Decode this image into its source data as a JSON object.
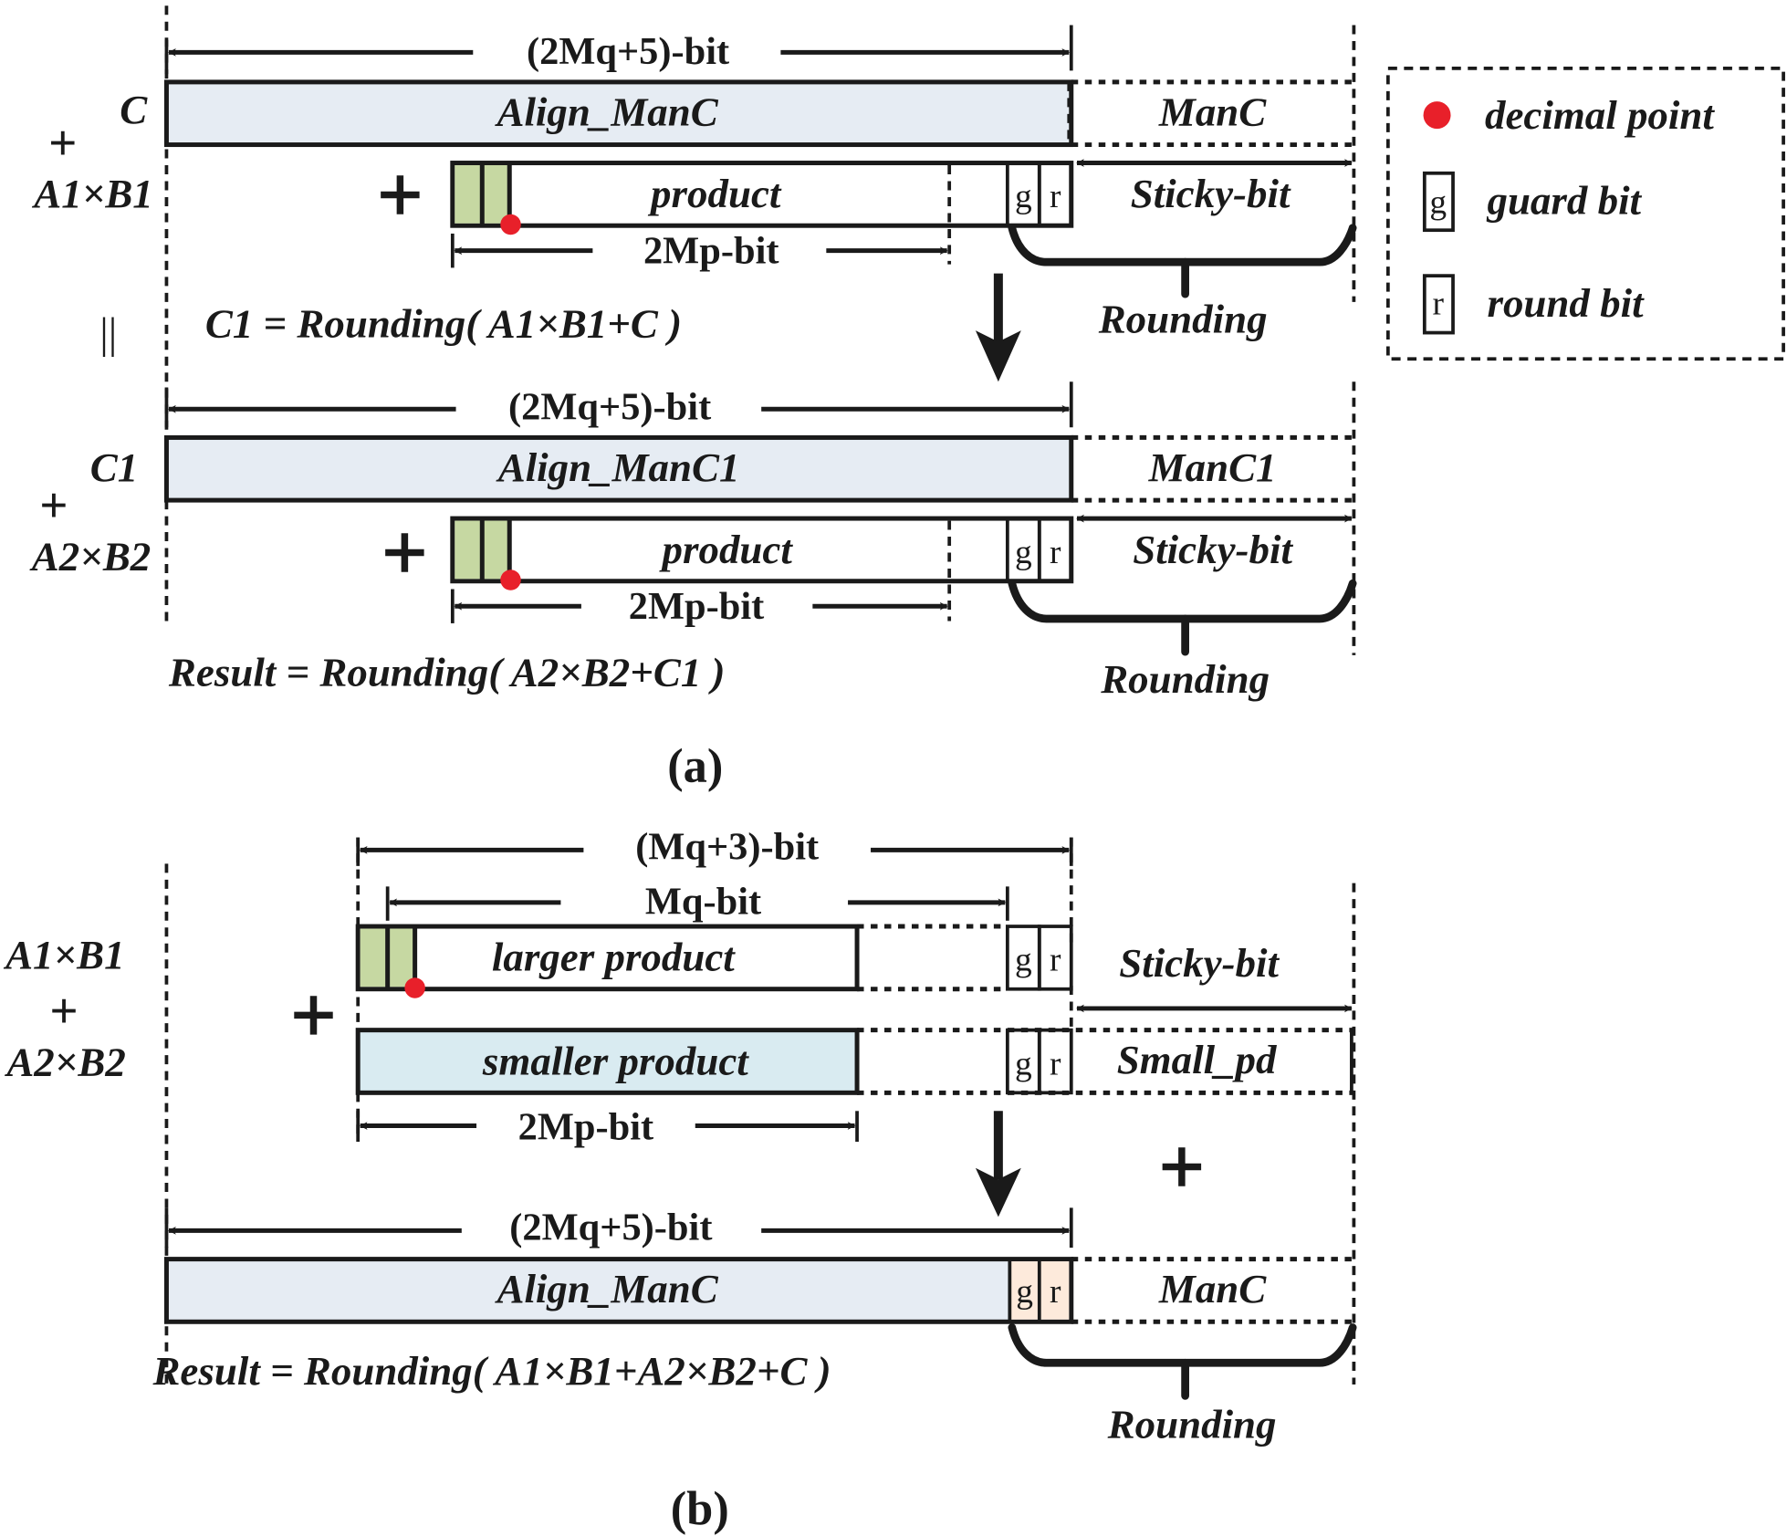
{
  "colors": {
    "aligned_fill": "#e6ecf3",
    "small_fill": "#d9ebf1",
    "integer_bits_fill": "#c6d8a2",
    "gr_fill": "#fdeadb",
    "decimal_point": "#e8202a",
    "legend_fill": "#ece8ef",
    "ink": "#1a1a1a"
  },
  "legend": {
    "items": [
      {
        "symbol": "decimal-point",
        "label": "decimal point"
      },
      {
        "symbol": "g",
        "label": "guard bit"
      },
      {
        "symbol": "r",
        "label": "round bit"
      }
    ]
  },
  "part_a": {
    "caption": "(a)",
    "equals_sign": "||",
    "step1": {
      "width_label": "(2Mq+5)-bit",
      "operand_c_label": "C",
      "plus": "+",
      "operand_ab_label": "A1×B1",
      "aligned_label": "Align_ManC",
      "mantissa_label": "ManC",
      "product_plus": "+",
      "product_label": "product",
      "guard": "g",
      "round": "r",
      "sticky_label": "Sticky-bit",
      "product_width_label": "2Mp-bit",
      "rounding_label": "Rounding",
      "equation": "C1 = Rounding( A1×B1+C )"
    },
    "step2": {
      "width_label": "(2Mq+5)-bit",
      "operand_c_label": "C1",
      "plus": "+",
      "operand_ab_label": "A2×B2",
      "aligned_label": "Align_ManC1",
      "mantissa_label": "ManC1",
      "product_plus": "+",
      "product_label": "product",
      "guard": "g",
      "round": "r",
      "sticky_label": "Sticky-bit",
      "product_width_label": "2Mp-bit",
      "rounding_label": "Rounding",
      "equation": "Result = Rounding( A2×B2+C1 )"
    }
  },
  "part_b": {
    "caption": "(b)",
    "operand1": "A1×B1",
    "plus": "+",
    "operand2": "A2×B2",
    "sum_plus": "+",
    "top_width_label": "(Mq+3)-bit",
    "mq_width_label": "Mq-bit",
    "larger_label": "larger product",
    "smaller_label": "smaller product",
    "guard": "g",
    "round": "r",
    "sticky_label": "Sticky-bit",
    "small_pd_label": "Small_pd",
    "product_width_label": "2Mp-bit",
    "right_plus": "+",
    "result_width_label": "(2Mq+5)-bit",
    "aligned_label": "Align_ManC",
    "mantissa_label": "ManC",
    "rounding_label": "Rounding",
    "equation": "Result = Rounding( A1×B1+A2×B2+C )"
  }
}
